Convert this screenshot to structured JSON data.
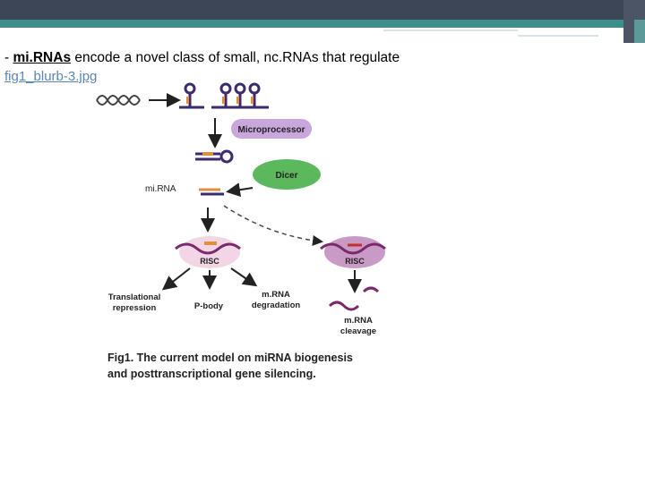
{
  "slide": {
    "bullet_prefix": "- ",
    "bullet_keyword": "mi.RNAs",
    "bullet_rest": " encode a novel class of small, nc.RNAs that regulate",
    "image_link": "fig1_blurb-3.jpg"
  },
  "figure": {
    "microprocessor": "Microprocessor",
    "dicer": "Dicer",
    "mirna": "mi.RNA",
    "risc_left": "RISC",
    "risc_right": "RISC",
    "translational_1": "Translational",
    "translational_2": "repression",
    "pbody": "P-body",
    "mrna_deg_1": "m.RNA",
    "mrna_deg_2": "degradation",
    "mrna_clv_1": "m.RNA",
    "mrna_clv_2": "cleavage",
    "caption_1": "Fig1. The current model on miRNA biogenesis",
    "caption_2": "and posttranscriptional gene silencing."
  },
  "colors": {
    "top_bar": "#3c4657",
    "teal_band": "#3f8e8e",
    "link": "#5b86b6",
    "microprocessor_pill": "#c9a6dc",
    "dicer_ellipse": "#5cb85c",
    "risc_ellipse": "#f2d6e6",
    "risc_ellipse_right": "#c99ac6",
    "hairpin": "#3e2a6e",
    "accent_orange": "#e0903a"
  }
}
